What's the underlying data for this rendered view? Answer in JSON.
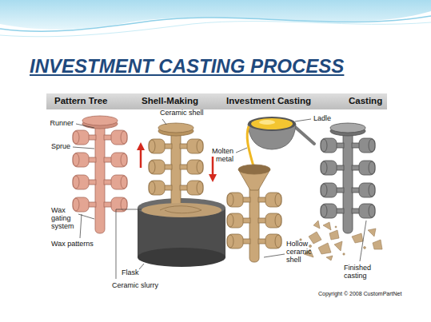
{
  "diagram": {
    "title": "INVESTMENT CASTING PROCESS",
    "nodes": [
      {
        "text": [
          "Pattern Tree",
          "Shell-Making",
          "Investment Casting",
          "Casting"
        ]
      }
    ],
    "labels": [
      "Runner",
      "Sprue",
      "Wax gating system",
      "Wax patterns",
      "Ceramic shell",
      "Flask",
      "Ceramic slurry",
      "Ladle",
      "Molten metal",
      "Hollow ceramic shell",
      "Finished casting",
      "Copyright © 2008 CustomPartNet"
    ]
  }
}
